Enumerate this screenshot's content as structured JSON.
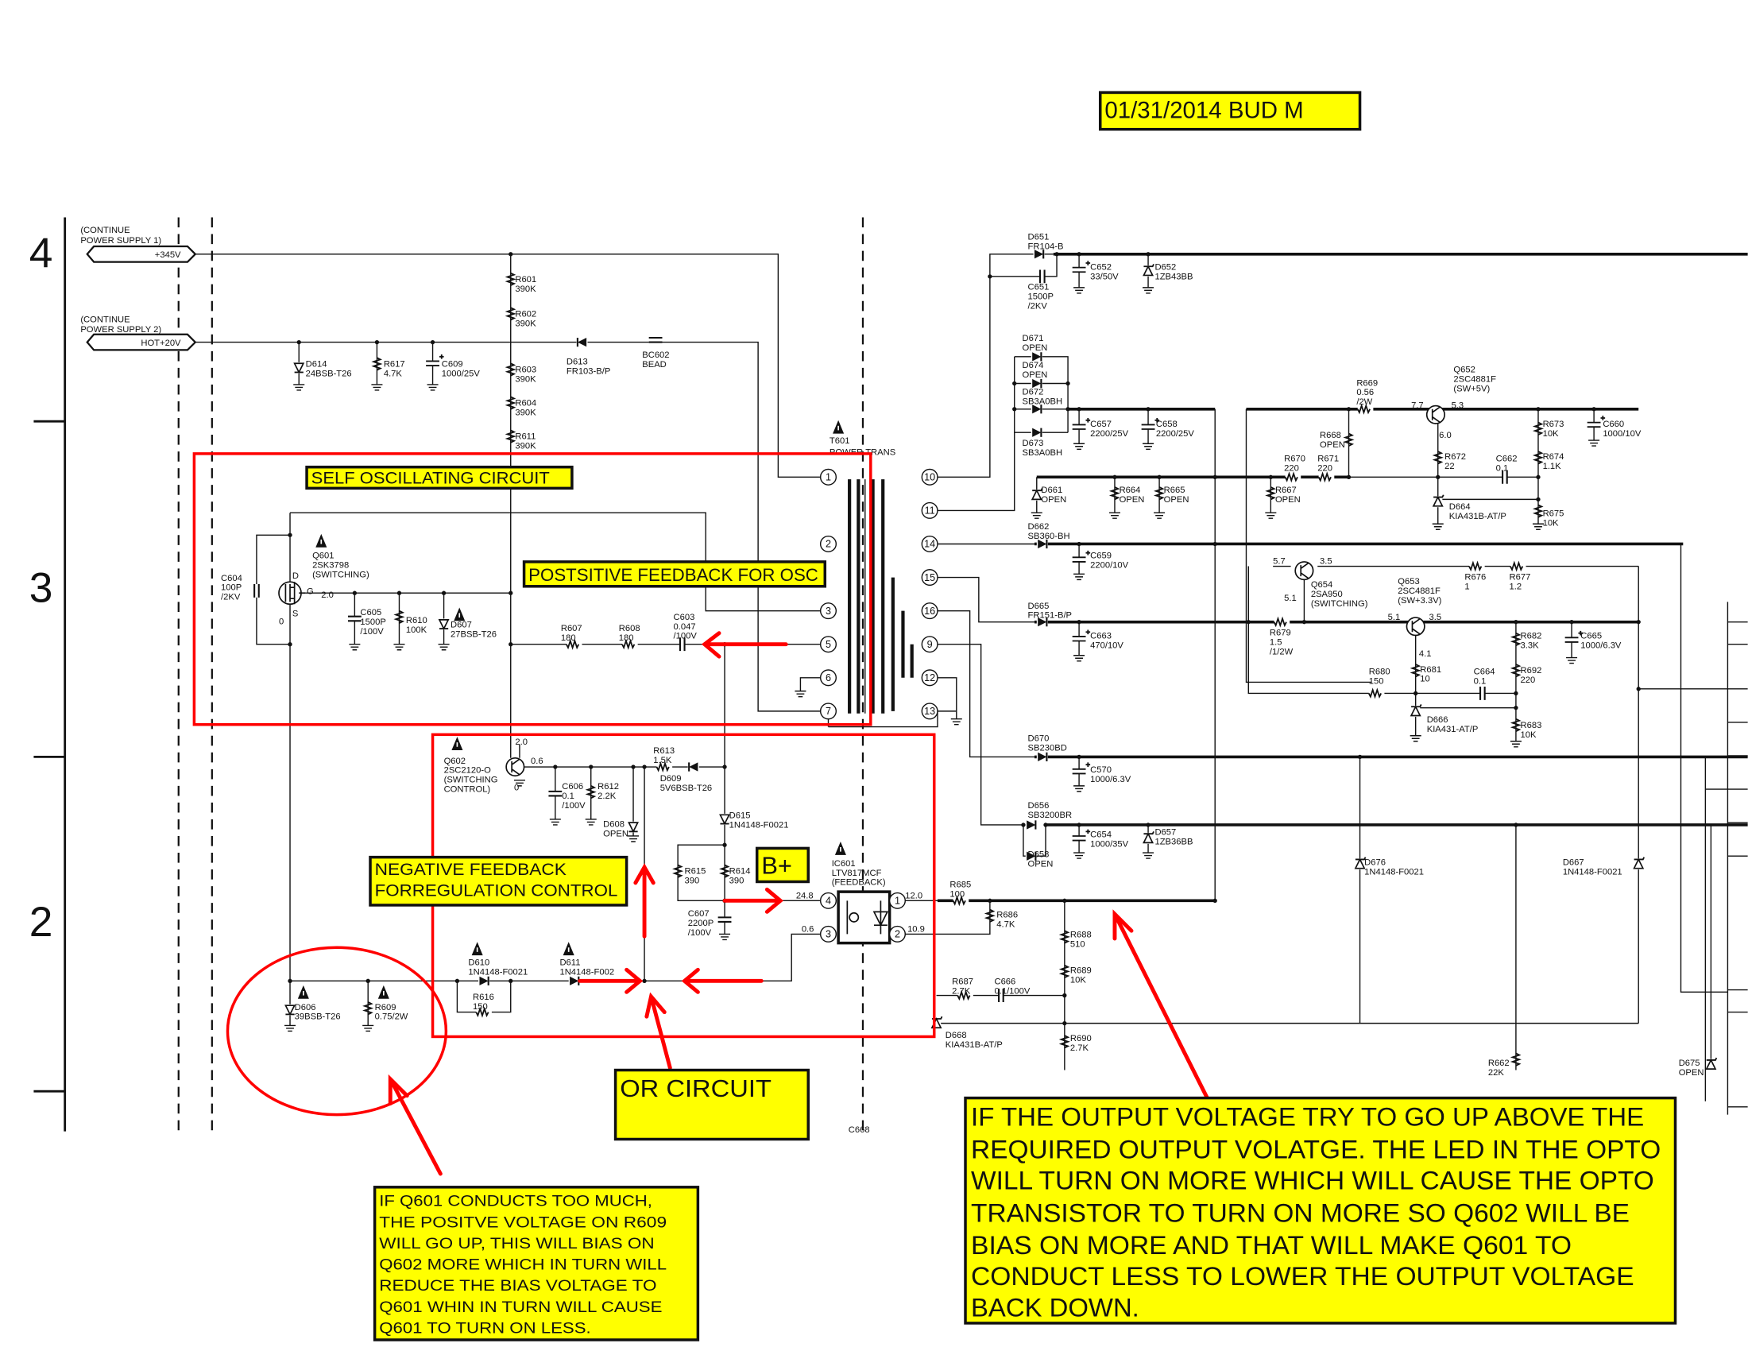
{
  "title_stamp": "01/31/2014 BUD M",
  "zone_numbers": [
    "4",
    "3",
    "2"
  ],
  "connectors": [
    {
      "note": [
        "(CONTINUE",
        "POWER SUPPLY 1)"
      ],
      "net": "+345V"
    },
    {
      "note": [
        "(CONTINUE",
        "POWER SUPPLY 2)"
      ],
      "net": "HOT+20V"
    }
  ],
  "transformer": {
    "ref": "T601",
    "desc": "POWER TRANS",
    "pins_left": [
      "1",
      "2",
      "3",
      "5",
      "6",
      "7"
    ],
    "pins_right": [
      "10",
      "11",
      "14",
      "15",
      "16",
      "9",
      "12",
      "13"
    ]
  },
  "components": {
    "D614": [
      "D614",
      "24BSB-T26"
    ],
    "R617": [
      "R617",
      "4.7K"
    ],
    "C609": [
      "C609",
      "1000/25V"
    ],
    "R601": [
      "R601",
      "390K"
    ],
    "R602": [
      "R602",
      "390K"
    ],
    "R603": [
      "R603",
      "390K"
    ],
    "R604": [
      "R604",
      "390K"
    ],
    "R611": [
      "R611",
      "390K"
    ],
    "D613": [
      "D613",
      "FR103-B/P"
    ],
    "BC602": [
      "BC602",
      "BEAD"
    ],
    "Q601": [
      "Q601",
      "2SK3798",
      "(SWITCHING)"
    ],
    "C604": [
      "C604",
      "100P",
      "/2KV"
    ],
    "C605": [
      "C605",
      "1500P",
      "/100V"
    ],
    "R610": [
      "R610",
      "100K"
    ],
    "D607": [
      "D607",
      "27BSB-T26"
    ],
    "R607": [
      "R607",
      "180"
    ],
    "R608": [
      "R608",
      "180"
    ],
    "C603": [
      "C603",
      "0.047",
      "/100V"
    ],
    "Q602": [
      "Q602",
      "2SC2120-O",
      "(SWITCHING",
      "CONTROL)"
    ],
    "C606": [
      "C606",
      "0.1",
      "/100V"
    ],
    "R612": [
      "R612",
      "2.2K"
    ],
    "R613": [
      "R613",
      "1.5K"
    ],
    "D609": [
      "D609",
      "5V6BSB-T26"
    ],
    "D608": [
      "D608",
      "OPEN"
    ],
    "D615": [
      "D615",
      "1N4148-F0021"
    ],
    "R615": [
      "R615",
      "390"
    ],
    "R614": [
      "R614",
      "390"
    ],
    "C607": [
      "C607",
      "2200P",
      "/100V"
    ],
    "IC601": [
      "IC601",
      "LTV817MCF",
      "(FEEDBACK)"
    ],
    "D610": [
      "D610",
      "1N4148-F0021"
    ],
    "D611": [
      "D611",
      "1N4148-F002"
    ],
    "R616": [
      "R616",
      "150"
    ],
    "D606": [
      "D606",
      "39BSB-T26"
    ],
    "R609": [
      "R609",
      "0.75/2W"
    ],
    "R685": [
      "R685",
      "100"
    ],
    "R686": [
      "R686",
      "4.7K"
    ],
    "R688": [
      "R688",
      "510"
    ],
    "R689": [
      "R689",
      "10K"
    ],
    "R687": [
      "R687",
      "2.7K"
    ],
    "C666": [
      "C666",
      "0.1/100V"
    ],
    "D668": [
      "D668",
      "KIA431B-AT/P"
    ],
    "R690": [
      "R690",
      "2.7K"
    ],
    "C668": [
      "C668"
    ],
    "R662": [
      "R662",
      "22K"
    ],
    "D675": [
      "D675",
      "OPEN"
    ],
    "D676": [
      "D676",
      "1N4148-F0021"
    ],
    "D667": [
      "D667",
      "1N4148-F0021"
    ],
    "D651": [
      "D651",
      "FR104-B"
    ],
    "C651": [
      "C651",
      "1500P",
      "/2KV"
    ],
    "C652": [
      "C652",
      "33/50V"
    ],
    "D652": [
      "D652",
      "1ZB43BB"
    ],
    "D671": [
      "D671",
      "OPEN"
    ],
    "D674": [
      "D674",
      "OPEN"
    ],
    "D672": [
      "D672",
      "SB3A0BH"
    ],
    "D673": [
      "D673",
      "SB3A0BH"
    ],
    "C657": [
      "C657",
      "2200/25V"
    ],
    "C658": [
      "C658",
      "2200/25V"
    ],
    "R669": [
      "R669",
      "0.56",
      "/2W"
    ],
    "Q652": [
      "Q652",
      "2SC4881F",
      "(SW+5V)"
    ],
    "R673": [
      "R673",
      "10K"
    ],
    "C660": [
      "C660",
      "1000/10V"
    ],
    "R668": [
      "R668",
      "OPEN"
    ],
    "R670": [
      "R670",
      "220"
    ],
    "R671": [
      "R671",
      "220"
    ],
    "R672": [
      "R672",
      "22"
    ],
    "C662": [
      "C662",
      "0.1"
    ],
    "R674": [
      "R674",
      "1.1K"
    ],
    "D661": [
      "D661",
      "OPEN"
    ],
    "R664": [
      "R664",
      "OPEN"
    ],
    "R665": [
      "R665",
      "OPEN"
    ],
    "R667": [
      "R667",
      "OPEN"
    ],
    "D664": [
      "D664",
      "KIA431B-AT/P"
    ],
    "R675": [
      "R675",
      "10K"
    ],
    "D662": [
      "D662",
      "SB360-BH"
    ],
    "C659": [
      "C659",
      "2200/10V"
    ],
    "Q654": [
      "Q654",
      "2SA950",
      "(SWITCHING)"
    ],
    "R676": [
      "R676",
      "1"
    ],
    "R677": [
      "R677",
      "1.2"
    ],
    "Q653": [
      "Q653",
      "2SC4881F",
      "(SW+3.3V)"
    ],
    "D665": [
      "D665",
      "FR151-B/P"
    ],
    "C663": [
      "C663",
      "470/10V"
    ],
    "R679": [
      "R679",
      "1.5",
      "/1/2W"
    ],
    "R682": [
      "R682",
      "3.3K"
    ],
    "C665": [
      "C665",
      "1000/6.3V"
    ],
    "R680": [
      "R680",
      "150"
    ],
    "R681": [
      "R681",
      "10"
    ],
    "C664": [
      "C664",
      "0.1"
    ],
    "R692": [
      "R692",
      "220"
    ],
    "D666": [
      "D666",
      "KIA431-AT/P"
    ],
    "R683": [
      "R683",
      "10K"
    ],
    "D670": [
      "D670",
      "SB230BD"
    ],
    "C570": [
      "C570",
      "1000/6.3V"
    ],
    "D656": [
      "D656",
      "SB3200BR"
    ],
    "C654": [
      "C654",
      "1000/35V"
    ],
    "D657": [
      "D657",
      "1ZB36BB"
    ],
    "D658": [
      "D658",
      "OPEN"
    ]
  },
  "test_points": {
    "q601_gate": "2.0",
    "q601_source": "0",
    "q601_g": "G",
    "q601_d": "D",
    "q601_s": "S",
    "q602_c": "2.0",
    "q602_b": "0.6",
    "q602_e": "0",
    "ic_pin4": "24.8",
    "ic_pin3": "0.6",
    "ic_pin1": "12.0",
    "ic_pin2": "10.9",
    "ic_pins": [
      "4",
      "3",
      "1",
      "2"
    ],
    "q652_c": "7.7",
    "q652_e": "5.3",
    "q652_b": "6.0",
    "q654_e": "5.7",
    "q654_c": "3.5",
    "q654_b": "5.1",
    "q653_c": "5.1",
    "q653_e": "3.5",
    "q653_b": "4.1"
  },
  "annotations": {
    "self_osc": "SELF OSCILLATING CIRCUIT",
    "pos_feedback": "POSTSITIVE FEEDBACK FOR OSC",
    "neg_feedback": [
      "NEGATIVE FEEDBACK",
      "FORREGULATION CONTROL"
    ],
    "b_plus": "B+",
    "or_circuit": "OR CIRCUIT",
    "q601_note": [
      "IF Q601 CONDUCTS TOO MUCH,",
      "THE  POSITVE VOLTAGE ON R609",
      "WILL GO UP, THIS WILL BIAS ON",
      "Q602 MORE WHICH IN TURN WILL",
      "REDUCE THE BIAS VOLTAGE TO",
      "Q601 WHIN IN TURN WILL CAUSE",
      "Q601 TO TURN ON LESS."
    ],
    "output_note": [
      "IF THE OUTPUT VOLTAGE TRY TO GO UP ABOVE THE",
      "REQUIRED OUTPUT VOLATGE. THE LED IN THE OPTO",
      "WILL TURN ON MORE WHICH WILL CAUSE THE OPTO",
      "TRANSISTOR TO TURN ON MORE SO Q602 WILL BE",
      "BIAS ON MORE AND THAT WILL MAKE Q601 TO",
      "CONDUCT LESS TO LOWER THE OUTPUT VOLTAGE",
      "BACK DOWN."
    ]
  },
  "colors": {
    "annotation_red": "#ff0000",
    "highlight_yellow": "#ffff00"
  }
}
